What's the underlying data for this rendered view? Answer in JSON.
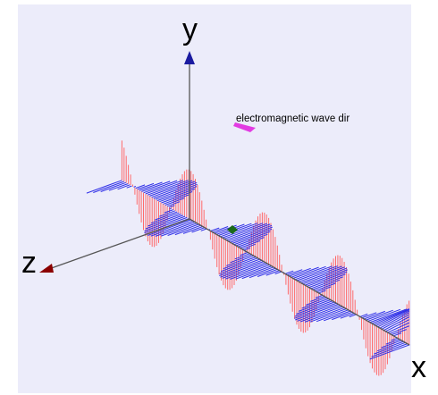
{
  "diagram": {
    "axes": {
      "x": "x",
      "y": "y",
      "z": "z"
    },
    "caption": "electromagnetic wave dir",
    "electric_field_color": "#ff6a6a",
    "magnetic_field_color": "#3030e8",
    "axis_color": "#555555",
    "y_arrow_color": "#1a1aa0",
    "z_arrow_color": "#8b0000",
    "marker_color": "#e23be2",
    "origin_marker_color": "#1a6a1a",
    "background_color": "#ececfa"
  }
}
